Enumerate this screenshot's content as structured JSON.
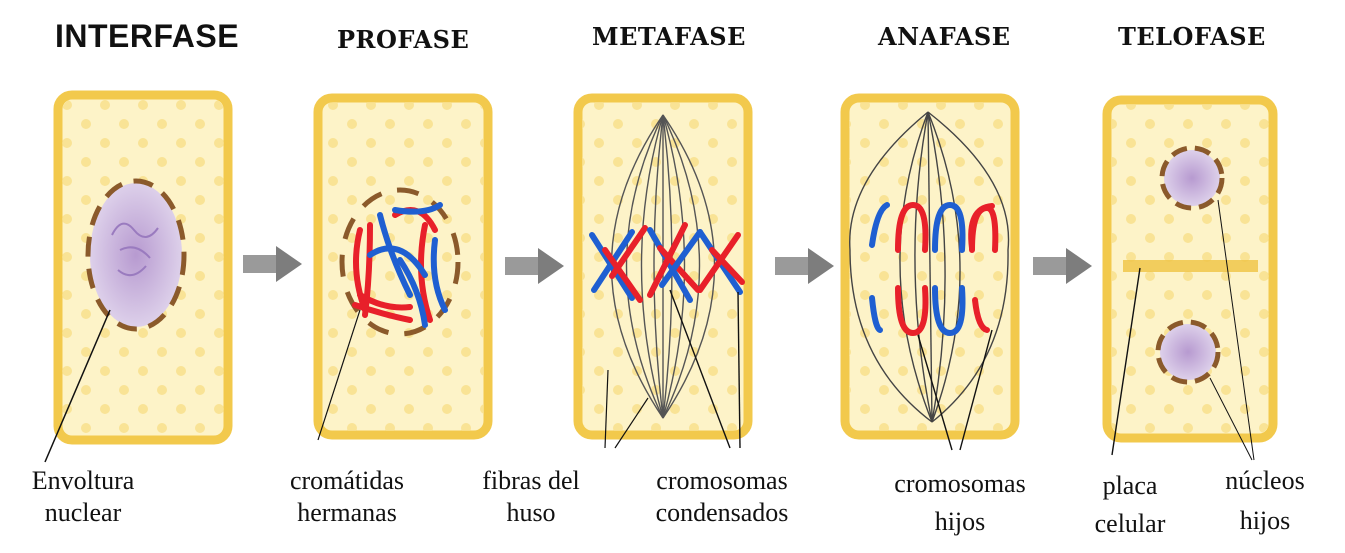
{
  "phases": [
    {
      "title": "INTERFASE"
    },
    {
      "title": "PROFASE"
    },
    {
      "title": "METAFASE"
    },
    {
      "title": "ANAFASE"
    },
    {
      "title": "TELOFASE"
    }
  ],
  "labels": {
    "envoltura": {
      "line1": "Envoltura",
      "line2": "nuclear"
    },
    "cromatidas": {
      "line1": "cromátidas",
      "line2": "hermanas"
    },
    "fibras": {
      "line1": "fibras del",
      "line2": "huso"
    },
    "cromosomas_condensados": {
      "line1": "cromosomas",
      "line2": "condensados"
    },
    "cromosomas_hijos": {
      "line1": "cromosomas",
      "line2": "hijos"
    },
    "placa": {
      "line1": "placa",
      "line2": "celular"
    },
    "nucleos": {
      "line1": "núcleos",
      "line2": "hijos"
    }
  },
  "colors": {
    "cell_wall": "#f2c94c",
    "cytoplasm": "#fdf3c8",
    "nucleus": "#c9b2d9",
    "envelope": "#8b5a2b",
    "chrom_red": "#e8202a",
    "chrom_blue": "#1f5fd1",
    "arrow": "#8a8a8a"
  }
}
